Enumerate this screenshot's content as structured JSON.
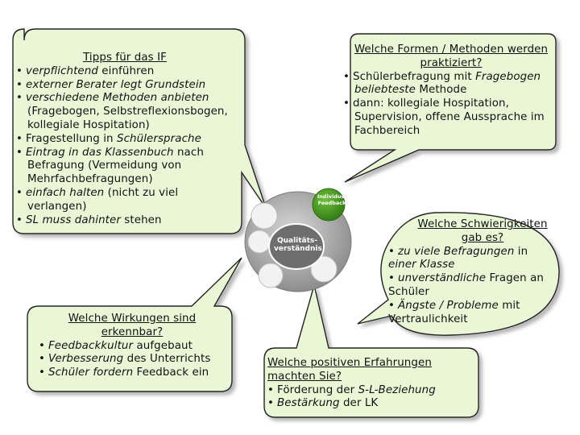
{
  "bubbles": {
    "tipps": {
      "title": "Tipps für das IF",
      "items": [
        [
          {
            "t": "verpflichtend",
            "i": true
          },
          {
            "t": " einführen",
            "i": false
          }
        ],
        [
          {
            "t": "externer Berater legt Grundstein",
            "i": true
          }
        ],
        [
          {
            "t": "verschiedene Methoden anbieten",
            "i": true
          }
        ],
        [
          {
            "t": "(Fragebogen, Selbstreflexionsbogen,",
            "i": false
          }
        ],
        [
          {
            "t": "kollegiale Hospitation)",
            "i": false
          }
        ],
        [
          {
            "t": "Fragestellung in ",
            "i": false
          },
          {
            "t": "Schülersprache",
            "i": true
          }
        ],
        [
          {
            "t": "Eintrag in das Klassenbuch",
            "i": true
          },
          {
            "t": " nach",
            "i": false
          }
        ],
        [
          {
            "t": "Befragung (Vermeidung von",
            "i": false
          }
        ],
        [
          {
            "t": "Mehrfachbefragungen)",
            "i": false
          }
        ],
        [
          {
            "t": "einfach halten",
            "i": true
          },
          {
            "t": " (nicht zu viel",
            "i": false
          }
        ],
        [
          {
            "t": "verlangen)",
            "i": false
          }
        ],
        [
          {
            "t": "SL muss dahinter",
            "i": true
          },
          {
            "t": " stehen",
            "i": false
          }
        ]
      ]
    },
    "formen": {
      "title": "Welche Formen / Methoden werden praktiziert?",
      "items": [
        [
          {
            "t": "Schülerbefragung mit ",
            "i": false
          },
          {
            "t": "Fragebogen",
            "i": true
          }
        ],
        [
          {
            "t": "beliebteste",
            "i": true
          },
          {
            "t": " Methode",
            "i": false
          }
        ],
        [
          {
            "t": "dann: kollegiale Hospitation,",
            "i": false
          }
        ],
        [
          {
            "t": "Supervision, offene Aussprache im",
            "i": false
          }
        ],
        [
          {
            "t": "Fachbereich",
            "i": false
          }
        ]
      ]
    },
    "schwierig": {
      "title": "Welche Schwierigkeiten gab es?",
      "items": [
        [
          {
            "t": "zu viele Befragungen",
            "i": true
          },
          {
            "t": " in",
            "i": false
          }
        ],
        [
          {
            "t": "einer Klasse",
            "i": true
          }
        ],
        [
          {
            "t": "unverständliche",
            "i": true
          },
          {
            "t": " Fragen an",
            "i": false
          }
        ],
        [
          {
            "t": "Schüler",
            "i": false
          }
        ],
        [
          {
            "t": "Ängste / Probleme",
            "i": true
          },
          {
            "t": " mit",
            "i": false
          }
        ],
        [
          {
            "t": "Vertraulichkeit",
            "i": false
          }
        ]
      ]
    },
    "wirkungen": {
      "title": "Welche Wirkungen sind erkennbar?",
      "items": [
        [
          {
            "t": "Feedbackkultur",
            "i": true
          },
          {
            "t": " aufgebaut",
            "i": false
          }
        ],
        [
          {
            "t": "Verbesserung",
            "i": true
          },
          {
            "t": " des Unterrichts",
            "i": false
          }
        ],
        [
          {
            "t": "Schüler fordern",
            "i": true
          },
          {
            "t": " Feedback ein",
            "i": false
          }
        ]
      ]
    },
    "positiv": {
      "title": "Welche positiven Erfahrungen machten Sie?",
      "items": [
        [
          {
            "t": "Förderung",
            "i": false
          },
          {
            "t": " der ",
            "i": false
          },
          {
            "t": "S-L-Beziehung",
            "i": true
          }
        ],
        [
          {
            "t": "Bestärkung",
            "i": true
          },
          {
            "t": " der LK",
            "i": false
          }
        ]
      ]
    }
  },
  "hub": {
    "center_label": "Qualitäts-\nverständnis",
    "tag_top_right": "Individuel\nFeedback"
  },
  "colors": {
    "bubble_fill": "#eaf7d6",
    "bubble_stroke": "#222222",
    "hub_green": "#3f8f1f",
    "hub_grey": "#8a8a8a"
  }
}
